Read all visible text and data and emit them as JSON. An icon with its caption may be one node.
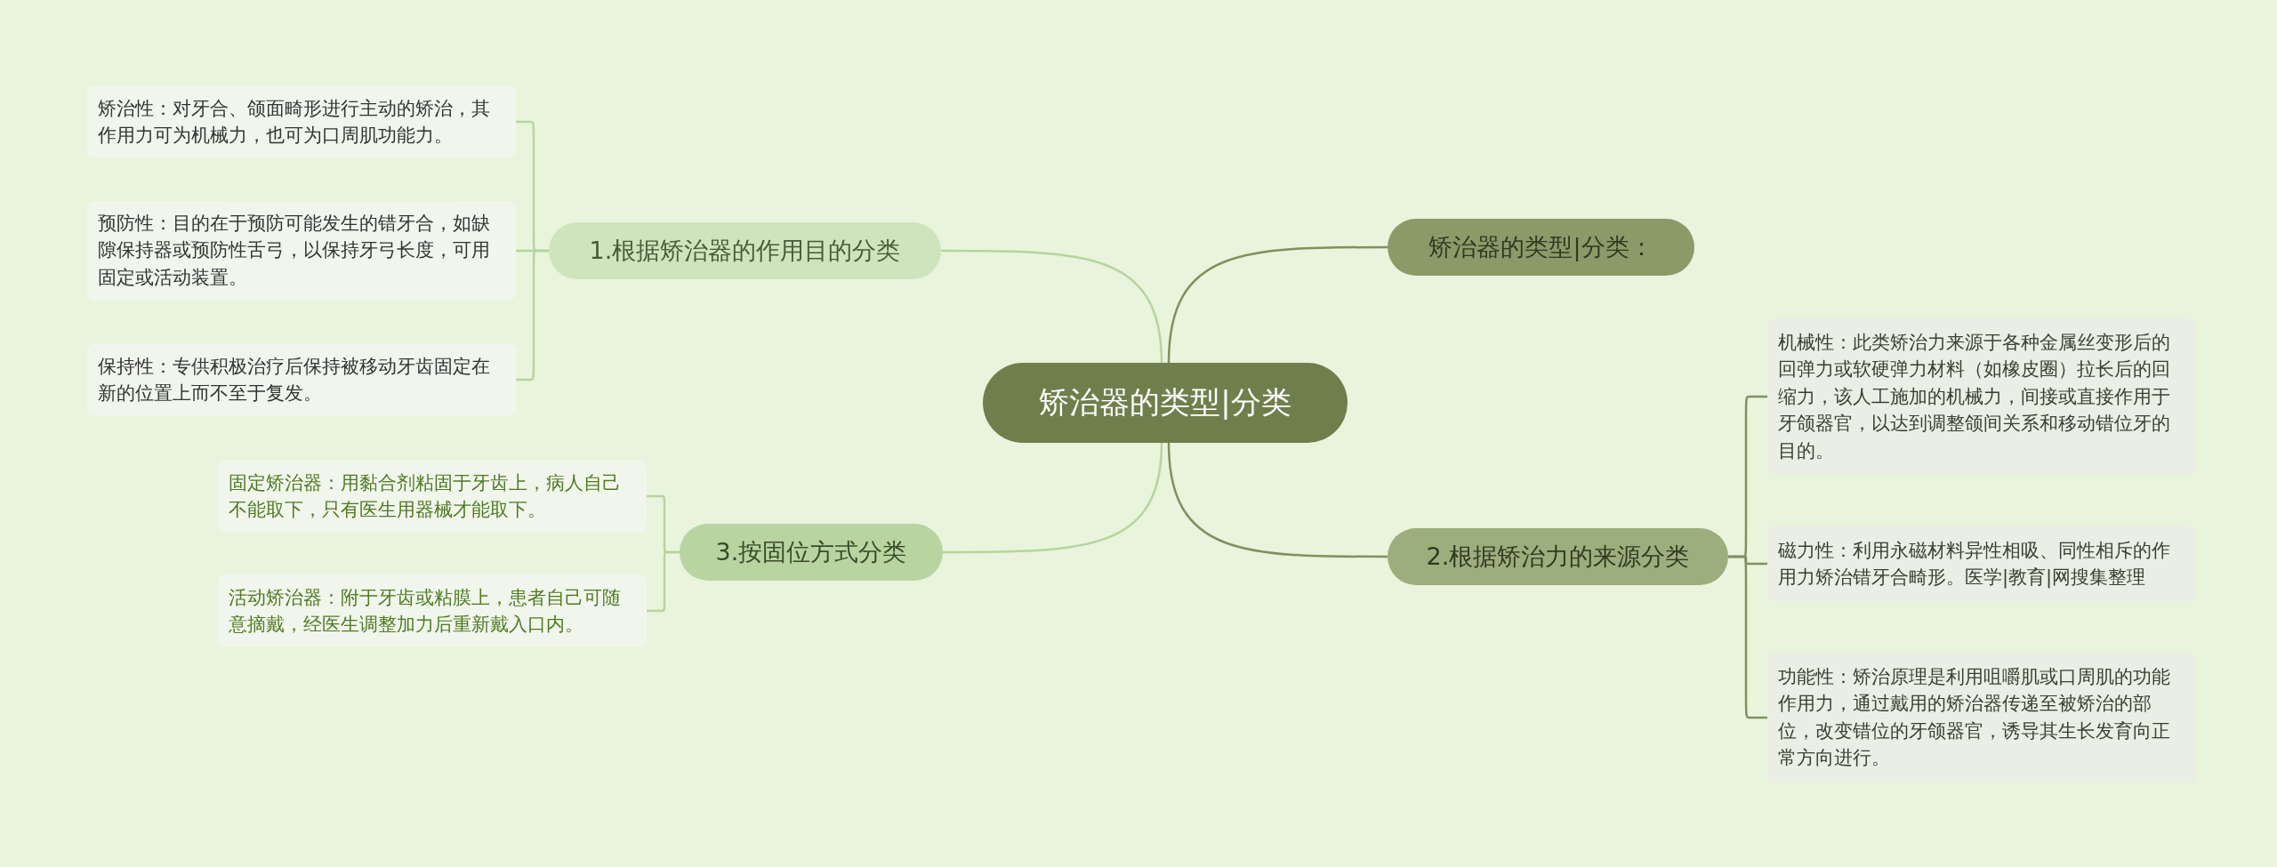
{
  "diagram": {
    "nodes": [
      {
        "text": [
          "矫治器的类型|分类"
        ]
      },
      {
        "text": [
          "矫治器的类型|分类："
        ]
      },
      {
        "text": [
          "1.根据矫治器的作用目的分类"
        ]
      },
      {
        "text": [
          "矫治性：对牙合、颌面畸形进行主动的矫治，其作用力可为机械力，也可为口周肌功能力。"
        ]
      },
      {
        "text": [
          "预防性：目的在于预防可能发生的错牙合，如缺隙保持器或预防性舌弓，以保持牙弓长度，可用固定或活动装置。"
        ]
      },
      {
        "text": [
          "保持性：专供积极治疗后保持被移动牙齿固定在新的位置上而不至于复发。"
        ]
      },
      {
        "text": [
          "2.根据矫治力的来源分类"
        ]
      },
      {
        "text": [
          "机械性：此类矫治力来源于各种金属丝变形后的回弹力或软硬弹力材料（如橡皮圈）拉长后的回缩力，该人工施加的机械力，间接或直接作用于牙颌器官，以达到调整颌间关系和移动错位牙的目的。"
        ]
      },
      {
        "text": [
          "磁力性：利用永磁材料异性相吸、同性相斥的作用力矫治错牙合畸形。医学|教育|网搜集整理"
        ]
      },
      {
        "text": [
          "功能性：矫治原理是利用咀嚼肌或口周肌的功能作用力，通过戴用的矫治器传递至被矫治的部位，改变错位的牙颌器官，诱导其生长发育向正常方向进行。"
        ]
      },
      {
        "text": [
          "3.按固位方式分类"
        ]
      },
      {
        "text": [
          "固定矫治器：用黏合剂粘固于牙齿上，病人自己不能取下，只有医生用器械才能取下。"
        ]
      },
      {
        "text": [
          "活动矫治器：附于牙齿或粘膜上，患者自己可随意摘戴，经医生调整加力后重新戴入口内。"
        ]
      }
    ],
    "edges": [
      {
        "from": 0,
        "to": 1,
        "arrow": "none",
        "color": "#7e9160"
      },
      {
        "from": 0,
        "to": 2,
        "arrow": "none"
      },
      {
        "from": 0,
        "to": 6,
        "arrow": "none",
        "color": "#7e9160"
      },
      {
        "from": 0,
        "to": 10,
        "arrow": "none"
      },
      {
        "from": 2,
        "to": 3,
        "arrow": "none"
      },
      {
        "from": 2,
        "to": 4,
        "arrow": "none"
      },
      {
        "from": 2,
        "to": 5,
        "arrow": "none"
      },
      {
        "from": 6,
        "to": 7,
        "arrow": "none",
        "color": "#7e9160"
      },
      {
        "from": 6,
        "to": 8,
        "arrow": "none",
        "color": "#7e9160"
      },
      {
        "from": 6,
        "to": 9,
        "arrow": "none",
        "color": "#7e9160"
      },
      {
        "from": 10,
        "to": 11,
        "arrow": "none"
      },
      {
        "from": 10,
        "to": 12,
        "arrow": "none"
      }
    ]
  }
}
